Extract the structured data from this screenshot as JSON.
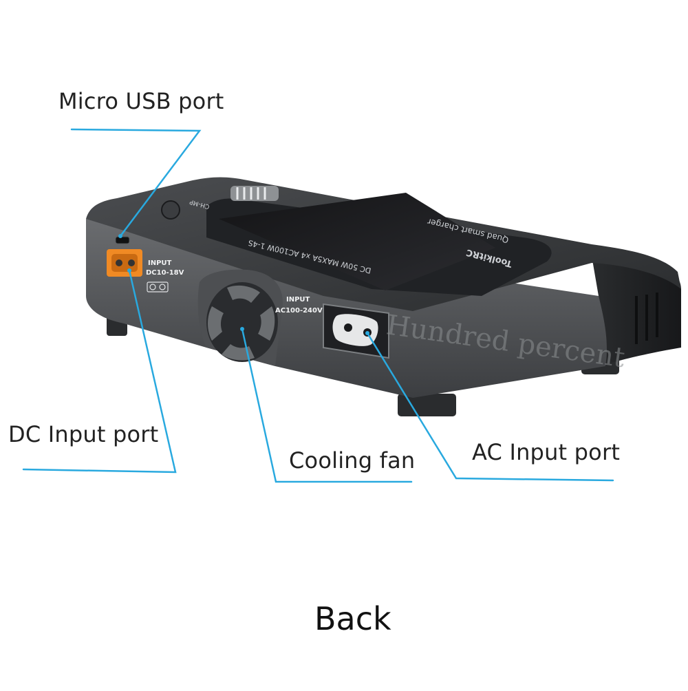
{
  "callouts": {
    "micro_usb": "Micro USB port",
    "dc_input": "DC Input port",
    "cooling_fan": "Cooling fan",
    "ac_input": "AC Input port"
  },
  "caption": "Back",
  "device": {
    "brand": "ToolkitRC",
    "model_text": "Quad smart charger",
    "spec_text": "DC 50W MAX5A x4 AC100W 1-4S",
    "dc_label_1": "INPUT",
    "dc_label_2": "DC10-18V",
    "ac_label_1": "INPUT",
    "ac_label_2": "AC100-240V",
    "button_label": "CH-MP"
  },
  "watermark": "Hundred percent",
  "colors": {
    "leader_line": "#29a9df",
    "body_dark": "#3a3d40",
    "body_mid": "#57595c",
    "xt60_port": "#f08a24"
  }
}
